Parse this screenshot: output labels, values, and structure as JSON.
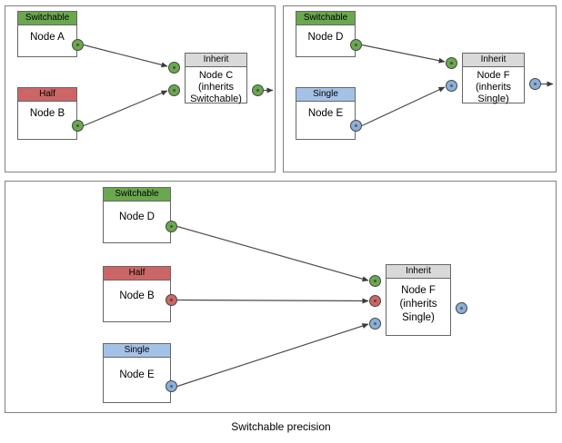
{
  "diagram": {
    "caption": "Switchable precision",
    "colors": {
      "switchable": "#6aa84f",
      "half": "#cc6666",
      "single": "#a4c2e8",
      "inherit": "#d9d9d9",
      "port_green": "#6aa84f",
      "port_red": "#cc6666",
      "port_blue": "#8aafd8",
      "panel_border": "#808080",
      "node_border": "#666666",
      "wire": "#4d4d4d"
    },
    "panels": [
      {
        "id": "panel-top-left",
        "nodes": [
          {
            "id": "node-a",
            "header": "Switchable",
            "body": "Node A",
            "header_style": "switchable"
          },
          {
            "id": "node-b-tl",
            "header": "Half",
            "body": "Node B",
            "header_style": "half"
          },
          {
            "id": "node-c",
            "header": "Inherit",
            "body": "Node C\n(inherits\nSwitchable)",
            "header_style": "inherit"
          }
        ],
        "ports": [
          {
            "id": "node-a-out",
            "color": "green"
          },
          {
            "id": "node-b-tl-out",
            "color": "green"
          },
          {
            "id": "node-c-in-1",
            "color": "green"
          },
          {
            "id": "node-c-in-2",
            "color": "green"
          },
          {
            "id": "node-c-out",
            "color": "green"
          }
        ],
        "edges": [
          {
            "from": "node-a-out",
            "to": "node-c-in-1"
          },
          {
            "from": "node-b-tl-out",
            "to": "node-c-in-2"
          },
          {
            "from": "node-c-out",
            "to": "open-arrow"
          }
        ]
      },
      {
        "id": "panel-top-right",
        "nodes": [
          {
            "id": "node-d-tr",
            "header": "Switchable",
            "body": "Node D",
            "header_style": "switchable"
          },
          {
            "id": "node-e-tr",
            "header": "Single",
            "body": "Node E",
            "header_style": "single"
          },
          {
            "id": "node-f-tr",
            "header": "Inherit",
            "body": "Node F\n(inherits\nSingle)",
            "header_style": "inherit"
          }
        ],
        "ports": [
          {
            "id": "node-d-tr-out",
            "color": "green"
          },
          {
            "id": "node-e-tr-out",
            "color": "blue"
          },
          {
            "id": "node-f-tr-in-1",
            "color": "green"
          },
          {
            "id": "node-f-tr-in-2",
            "color": "blue"
          },
          {
            "id": "node-f-tr-out",
            "color": "blue"
          }
        ],
        "edges": [
          {
            "from": "node-d-tr-out",
            "to": "node-f-tr-in-1"
          },
          {
            "from": "node-e-tr-out",
            "to": "node-f-tr-in-2"
          },
          {
            "from": "node-f-tr-out",
            "to": "open-arrow"
          }
        ]
      },
      {
        "id": "panel-bottom",
        "nodes": [
          {
            "id": "node-d-b",
            "header": "Switchable",
            "body": "Node D",
            "header_style": "switchable"
          },
          {
            "id": "node-b-b",
            "header": "Half",
            "body": "Node B",
            "header_style": "half"
          },
          {
            "id": "node-e-b",
            "header": "Single",
            "body": "Node E",
            "header_style": "single"
          },
          {
            "id": "node-f-b",
            "header": "Inherit",
            "body": "Node F\n(inherits\nSingle)",
            "header_style": "inherit"
          }
        ],
        "ports": [
          {
            "id": "node-d-b-out",
            "color": "green"
          },
          {
            "id": "node-b-b-out",
            "color": "red"
          },
          {
            "id": "node-e-b-out",
            "color": "blue"
          },
          {
            "id": "node-f-b-in-1",
            "color": "green"
          },
          {
            "id": "node-f-b-in-2",
            "color": "red"
          },
          {
            "id": "node-f-b-in-3",
            "color": "blue"
          },
          {
            "id": "node-f-b-out",
            "color": "blue"
          }
        ],
        "edges": [
          {
            "from": "node-d-b-out",
            "to": "node-f-b-in-1"
          },
          {
            "from": "node-b-b-out",
            "to": "node-f-b-in-2"
          },
          {
            "from": "node-e-b-out",
            "to": "node-f-b-in-3"
          }
        ]
      }
    ]
  }
}
